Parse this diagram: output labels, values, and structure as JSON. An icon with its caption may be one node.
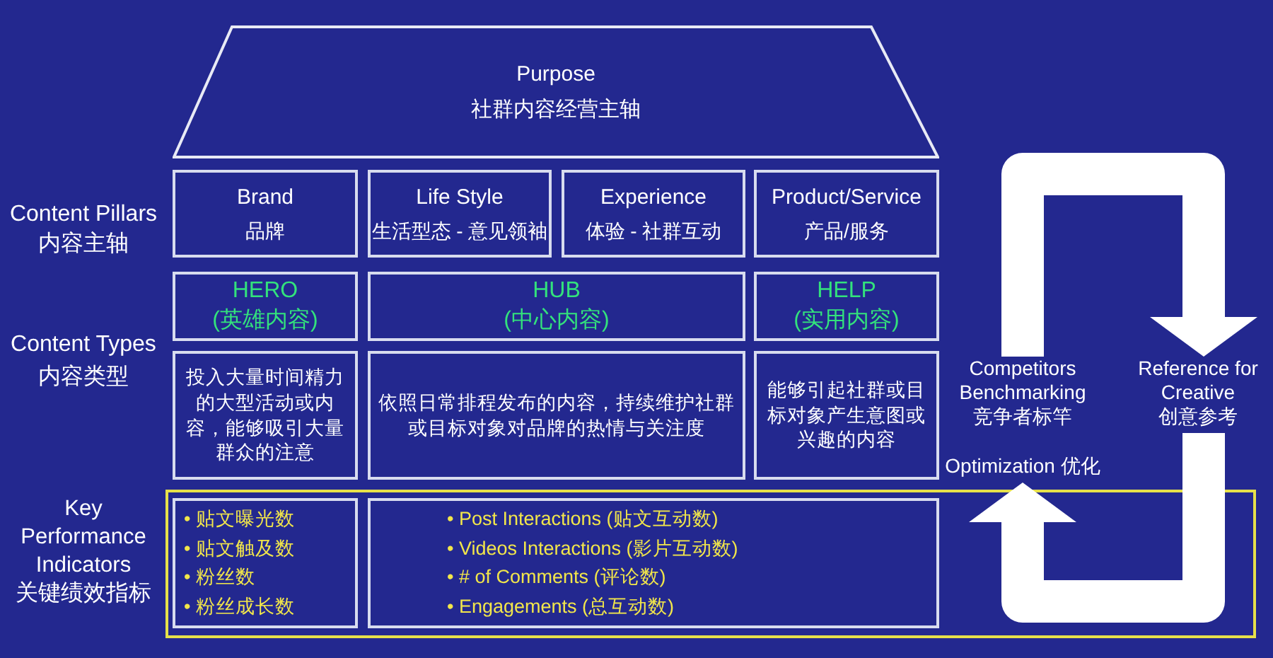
{
  "diagram": {
    "nodes": [
      {
        "text": [
          "Purpose",
          "社群内容经营主轴"
        ]
      },
      {
        "text": [
          "Brand",
          "品牌"
        ]
      },
      {
        "text": [
          "Life Style",
          "生活型态 - 意见领袖"
        ]
      },
      {
        "text": [
          "Experience",
          "体验 - 社群互动"
        ]
      },
      {
        "text": [
          "Product/Service",
          "产品/服务"
        ]
      },
      {
        "text": [
          "HERO",
          "(英雄内容)"
        ]
      },
      {
        "text": [
          "HUB",
          "(中心内容)"
        ]
      },
      {
        "text": [
          "HELP",
          "(实用内容)"
        ]
      },
      {
        "text": [
          "投入大量时间精力的大型活动或内容，能够吸引大量群众的注意"
        ]
      },
      {
        "text": [
          "依照日常排程发布的内容，持续维护社群或目标对象对品牌的热情与关注度"
        ]
      },
      {
        "text": [
          "能够引起社群或目标对象产生意图或兴趣的内容"
        ]
      },
      {
        "text": [
          "• 贴文曝光数",
          "• 贴文触及数",
          "• 粉丝数",
          "• 粉丝成长数"
        ]
      },
      {
        "text": [
          "• Post Interactions (贴文互动数)",
          "• Videos Interactions (影片互动数)",
          "• # of Comments (评论数)",
          "• Engagements (总互动数)"
        ]
      },
      {
        "text": [
          "Competitors Benchmarking",
          "竞争者标竿"
        ]
      },
      {
        "text": [
          "Reference for Creative",
          "创意参考"
        ]
      },
      {
        "text": [
          "Optimization 优化"
        ]
      }
    ],
    "edges": [
      {
        "from": 13,
        "to": 14,
        "arrow": "to"
      },
      {
        "from": 14,
        "to": 15,
        "arrow": "to"
      }
    ],
    "labels": [
      "Content Pillars",
      "内容主轴",
      "Content Types",
      "内容类型",
      "Key Performance Indicators",
      "关键绩效指标"
    ]
  }
}
